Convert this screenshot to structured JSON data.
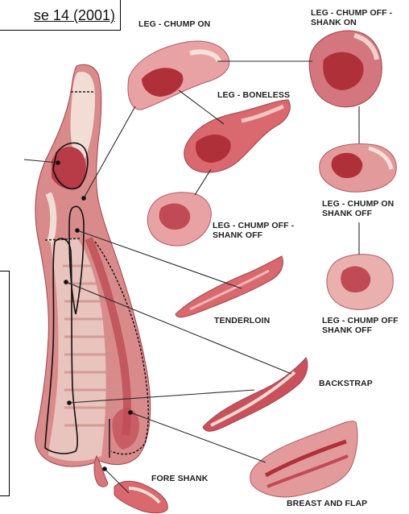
{
  "reference": {
    "text": "se 14 (2001)"
  },
  "labels": {
    "leg_chump_on": "LEG - CHUMP ON",
    "leg_chump_off_shank_on_line1": "LEG - CHUMP OFF -",
    "leg_chump_off_shank_on_line2": "SHANK ON",
    "leg_boneless": "LEG - BONELESS",
    "leg_chump_on_shank_off_line1": "LEG - CHUMP ON",
    "leg_chump_on_shank_off_line2": "SHANK OFF",
    "leg_chump_off_shank_off_a_line1": "LEG - CHUMP OFF -",
    "leg_chump_off_shank_off_a_line2": "SHANK OFF",
    "tenderloin": "TENDERLOIN",
    "leg_chump_off_shank_off_b_line1": "LEG - CHUMP OFF",
    "leg_chump_off_shank_off_b_line2": "SHANK OFF",
    "backstrap": "BACKSTRAP",
    "fore_shank": "FORE SHANK",
    "breast_and_flap": "BREAST AND FLAP"
  },
  "colors": {
    "meat_dark": "#b0303a",
    "meat_mid": "#cf5560",
    "meat_light": "#e9a2a3",
    "fat": "#f3dcd3",
    "line": "#2a2a2a"
  }
}
